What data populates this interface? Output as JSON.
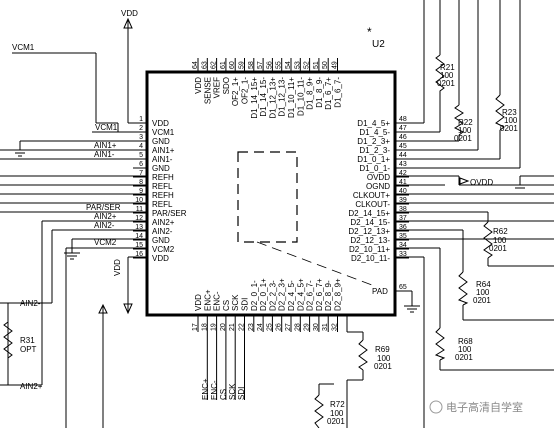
{
  "chip": {
    "ref": "U2",
    "left_pins": [
      {
        "num": "1",
        "name": "VDD"
      },
      {
        "num": "2",
        "name": "VCM1"
      },
      {
        "num": "3",
        "name": "GND"
      },
      {
        "num": "4",
        "name": "AIN1+"
      },
      {
        "num": "5",
        "name": "AIN1-"
      },
      {
        "num": "6",
        "name": "GND"
      },
      {
        "num": "7",
        "name": "REFH"
      },
      {
        "num": "8",
        "name": "REFL"
      },
      {
        "num": "9",
        "name": "REFH"
      },
      {
        "num": "10",
        "name": "REFL"
      },
      {
        "num": "11",
        "name": "PAR/SER"
      },
      {
        "num": "12",
        "name": "AIN2+"
      },
      {
        "num": "13",
        "name": "AIN2-"
      },
      {
        "num": "14",
        "name": "GND"
      },
      {
        "num": "15",
        "name": "VCM2"
      },
      {
        "num": "16",
        "name": "VDD"
      }
    ],
    "right_pins": [
      {
        "num": "48",
        "name": "D1_4_5+"
      },
      {
        "num": "47",
        "name": "D1_4_5-"
      },
      {
        "num": "46",
        "name": "D1_2_3+"
      },
      {
        "num": "45",
        "name": "D1_2_3-"
      },
      {
        "num": "44",
        "name": "D1_0_1+"
      },
      {
        "num": "43",
        "name": "D1_0_1-"
      },
      {
        "num": "42",
        "name": "OVDD"
      },
      {
        "num": "41",
        "name": "OGND"
      },
      {
        "num": "40",
        "name": "CLKOUT+"
      },
      {
        "num": "39",
        "name": "CLKOUT-"
      },
      {
        "num": "38",
        "name": "D2_14_15+"
      },
      {
        "num": "37",
        "name": "D2_14_15-"
      },
      {
        "num": "36",
        "name": "D2_12_13+"
      },
      {
        "num": "35",
        "name": "D2_12_13-"
      },
      {
        "num": "34",
        "name": "D2_10_11+"
      },
      {
        "num": "33",
        "name": "D2_10_11-"
      }
    ],
    "top_pins": [
      {
        "num": "64",
        "name": "VDD"
      },
      {
        "num": "63",
        "name": "SENSE"
      },
      {
        "num": "62",
        "name": "VREF"
      },
      {
        "num": "61",
        "name": "SDO"
      },
      {
        "num": "60",
        "name": "OF2_1+"
      },
      {
        "num": "59",
        "name": "OF2_1-"
      },
      {
        "num": "58",
        "name": "D1_14_15+"
      },
      {
        "num": "57",
        "name": "D1_14_15-"
      },
      {
        "num": "56",
        "name": "D1_12_13+"
      },
      {
        "num": "55",
        "name": "D1_12_13-"
      },
      {
        "num": "54",
        "name": "D1_10_11+"
      },
      {
        "num": "53",
        "name": "D1_10_11-"
      },
      {
        "num": "52",
        "name": "D1_8_9+"
      },
      {
        "num": "51",
        "name": "D1_8_9-"
      },
      {
        "num": "50",
        "name": "D1_6_7+"
      },
      {
        "num": "49",
        "name": "D1_6_7-"
      }
    ],
    "bottom_pins": [
      {
        "num": "17",
        "name": "VDD"
      },
      {
        "num": "18",
        "name": "ENC+"
      },
      {
        "num": "19",
        "name": "ENC-"
      },
      {
        "num": "20",
        "name": "CS"
      },
      {
        "num": "21",
        "name": "SCK"
      },
      {
        "num": "22",
        "name": "SDI"
      },
      {
        "num": "23",
        "name": "D2_0_1-"
      },
      {
        "num": "24",
        "name": "D2_0_1+"
      },
      {
        "num": "25",
        "name": "D2_2_3-"
      },
      {
        "num": "26",
        "name": "D2_2_3+"
      },
      {
        "num": "27",
        "name": "D2_4_5-"
      },
      {
        "num": "28",
        "name": "D2_4_5+"
      },
      {
        "num": "29",
        "name": "D2_6_7-"
      },
      {
        "num": "30",
        "name": "D2_6_7+"
      },
      {
        "num": "31",
        "name": "D2_8_9-"
      },
      {
        "num": "32",
        "name": "D2_8_9+"
      }
    ],
    "pad": {
      "num": "65",
      "name": "PAD"
    }
  },
  "nets": {
    "vdd_top": "VDD",
    "vdd_bottom": "VDD",
    "vcm1": "VCM1",
    "vcm2": "VCM2",
    "ain1p": "AIN1+",
    "ain1m": "AIN1-",
    "par_ser": "PAR/SER",
    "ain2p": "AIN2+",
    "ain2m": "AIN2-",
    "ovdd": "OVDD",
    "ain2m_ext": "AIN2-",
    "ain2p_ext": "AIN2+",
    "enc_p": "ENC+",
    "enc_m": "ENC-",
    "cs": "CS",
    "sck": "SCK",
    "sdi": "SDI"
  },
  "resistors": [
    {
      "ref": "R21",
      "value": "100",
      "pkg": "0201"
    },
    {
      "ref": "R22",
      "value": "100",
      "pkg": "0201"
    },
    {
      "ref": "R23",
      "value": "100",
      "pkg": "0201"
    },
    {
      "ref": "R62",
      "value": "100",
      "pkg": "0201"
    },
    {
      "ref": "R64",
      "value": "100",
      "pkg": "0201"
    },
    {
      "ref": "R68",
      "value": "100",
      "pkg": "0201"
    },
    {
      "ref": "R69",
      "value": "100",
      "pkg": "0201"
    },
    {
      "ref": "R72",
      "value": "100",
      "pkg": "0201"
    },
    {
      "ref": "R31",
      "value": "OPT",
      "pkg": ""
    }
  ],
  "watermark": "电子高清自学室"
}
